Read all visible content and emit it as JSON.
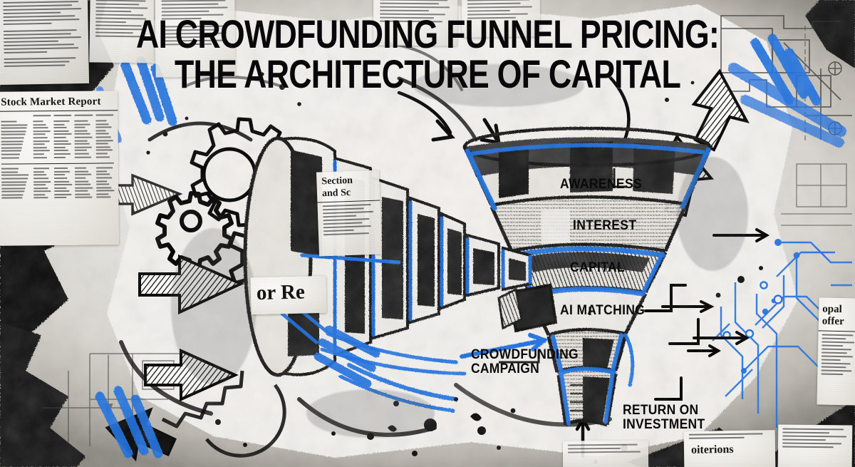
{
  "poster": {
    "title_line1": "AI CROWDFUNDING FUNNEL PRICING:",
    "title_line2": "THE ARCHITECTURE OF CAPITAL",
    "style": "mixed-media collage / charcoal sketch on torn newsprint",
    "accent_color": "#1f6fe0",
    "ink_color": "#0a0a0a",
    "paper_color": "#efece6"
  },
  "funnel": {
    "stages": [
      {
        "label": "AWARENESS",
        "order": 1
      },
      {
        "label": "INTEREST",
        "order": 2
      },
      {
        "label": "CAPITAL",
        "order": 3
      },
      {
        "label": "AI MATCHING",
        "order": 4
      }
    ]
  },
  "callouts": [
    {
      "line1": "CROWDFUNDING",
      "line2": "CAMPAIGN"
    },
    {
      "line1": "RETURN ON",
      "line2": "INVESTMENT"
    }
  ],
  "clippings": {
    "stock_report_headline": "Stock Market Report",
    "fragment_center": "or Re",
    "fragment_section_1": "Section",
    "fragment_section_2": "and Sc",
    "fragment_right_1": "opal",
    "fragment_right_2": "offer",
    "fragment_bottom": "oiterions"
  },
  "icons": {
    "gear_large": "gear-icon",
    "gear_medium": "gear-icon",
    "gear_small": "gear-icon",
    "arrow_right": "arrow-right-icon",
    "arrow_up": "arrow-up-icon",
    "circuit": "circuit-board-icon",
    "blueprint": "blueprint-icon"
  }
}
